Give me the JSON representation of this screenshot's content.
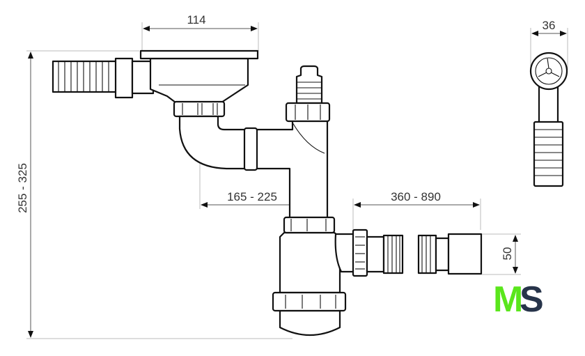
{
  "dimensions": {
    "strainer_width": "114",
    "total_height": "255 - 325",
    "pipe_span": "165 - 225",
    "extension_length": "360 - 890",
    "outlet_diameter": "50",
    "overflow_width": "36"
  },
  "logo": {
    "letter1": "M",
    "letter2": "S",
    "color1": "#5ae61c",
    "color2": "#27344a"
  }
}
